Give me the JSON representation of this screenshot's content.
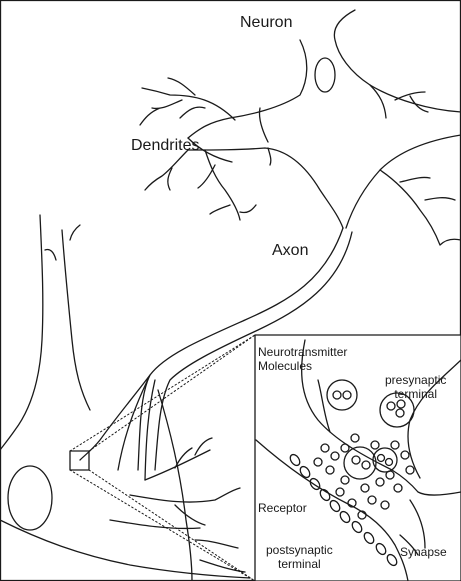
{
  "labels": {
    "neuron": "Neuron",
    "dendrites": "Dendrites",
    "axon": "Axon",
    "neurotransmitter_line1": "Neurotransmitter",
    "neurotransmitter_line2": "Molecules",
    "presynaptic_line1": "presynaptic",
    "presynaptic_line2": "terminal",
    "receptor": "Receptor",
    "postsynaptic_line1": "postsynaptic",
    "postsynaptic_line2": "terminal",
    "synapse": "Synapse"
  },
  "colors": {
    "stroke": "#1a1a1a",
    "background": "#ffffff"
  }
}
